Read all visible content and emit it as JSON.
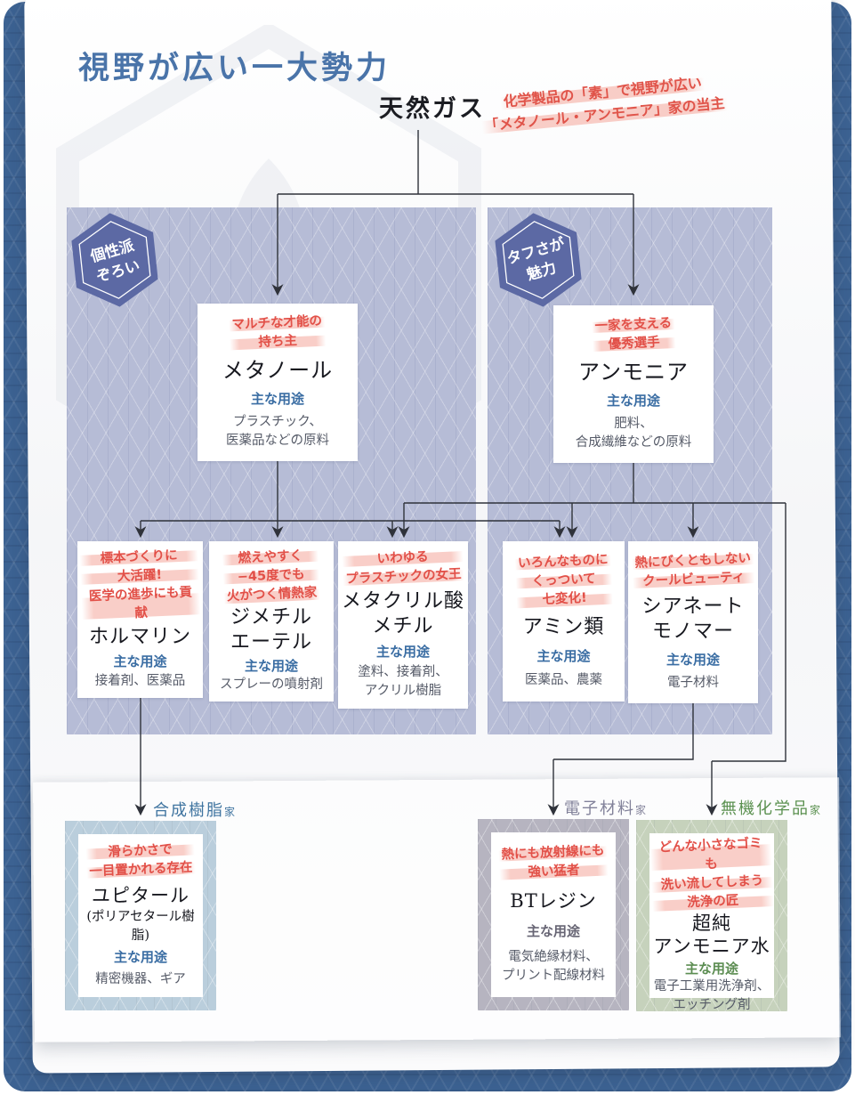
{
  "labels": {
    "uses": "主な用途",
    "family_suffix": "家"
  },
  "colors": {
    "frame_blue": "#3c6292",
    "panel_purple": "#b6bcd6",
    "badge_blue": "#5c69a4",
    "accent_red": "#e25048",
    "title_blue": "#4a74a9",
    "uses_blue": "#3a6da3",
    "uses_gray": "#676574",
    "uses_green": "#5c8d52",
    "family_resin": "#3f74a0",
    "family_electronics": "#82829a",
    "family_inorganic": "#5b9150",
    "frame_resin": "#bacedc",
    "frame_electronics": "#b6b4c0",
    "frame_inorganic": "#c6d2bc"
  },
  "header": {
    "title": "視野が広い一大勢力"
  },
  "root": {
    "name": "天然ガス",
    "note": [
      "化学製品の「素」で視野が広い",
      "「メタノール・アンモニア」家の当主"
    ]
  },
  "badges": {
    "left": [
      "個性派",
      "ぞろい"
    ],
    "right": [
      "タフさが",
      "魅力"
    ]
  },
  "cards": {
    "methanol": {
      "tagline": [
        "マルチな才能の",
        "持ち主"
      ],
      "name": [
        "メタノール"
      ],
      "uses": [
        "プラスチック、",
        "医薬品などの原料"
      ]
    },
    "ammonia": {
      "tagline": [
        "一家を支える",
        "優秀選手"
      ],
      "name": [
        "アンモニア"
      ],
      "uses": [
        "肥料、",
        "合成繊維などの原料"
      ]
    },
    "formalin": {
      "tagline": [
        "標本づくりに",
        "大活躍!",
        "医学の進歩にも貢献"
      ],
      "name": [
        "ホルマリン"
      ],
      "uses": [
        "接着剤、医薬品"
      ]
    },
    "dme": {
      "tagline": [
        "燃えやすく",
        "−45度でも",
        "火がつく情熱家"
      ],
      "name": [
        "ジメチル",
        "エーテル"
      ],
      "uses": [
        "スプレーの噴射剤"
      ]
    },
    "mma": {
      "tagline": [
        "いわゆる",
        "プラスチックの女王"
      ],
      "name": [
        "メタクリル酸",
        "メチル"
      ],
      "uses": [
        "塗料、接着剤、",
        "アクリル樹脂"
      ]
    },
    "amines": {
      "tagline": [
        "いろんなものに",
        "くっついて",
        "七変化!"
      ],
      "name": [
        "アミン類"
      ],
      "uses": [
        "医薬品、農薬"
      ]
    },
    "cyanate": {
      "tagline": [
        "熱にびくともしない",
        "クールビューティ"
      ],
      "name": [
        "シアネート",
        "モノマー"
      ],
      "uses": [
        "電子材料"
      ]
    },
    "iupital": {
      "family": "合成樹脂",
      "tagline": [
        "滑らかさで",
        "一目置かれる存在"
      ],
      "name": [
        "ユピタール"
      ],
      "subname": "(ポリアセタール樹脂)",
      "uses": [
        "精密機器、ギア"
      ]
    },
    "btresin": {
      "family": "電子材料",
      "tagline": [
        "熱にも放射線にも",
        "強い猛者"
      ],
      "name": [
        "BTレジン"
      ],
      "uses": [
        "電気絶縁材料、",
        "プリント配線材料"
      ]
    },
    "uppa": {
      "family": "無機化学品",
      "tagline": [
        "どんな小さなゴミも",
        "洗い流してしまう",
        "洗浄の匠"
      ],
      "name": [
        "超純",
        "アンモニア水"
      ],
      "uses": [
        "電子工業用洗浄剤、",
        "エッチング剤"
      ]
    }
  }
}
